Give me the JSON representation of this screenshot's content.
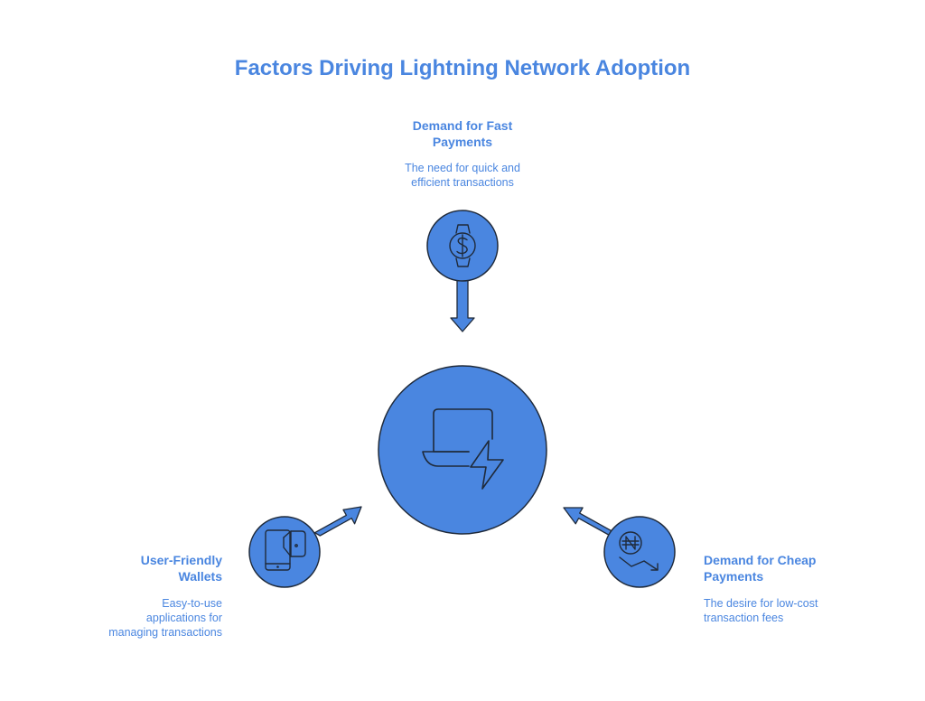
{
  "title": "Factors Driving Lightning Network Adoption",
  "colors": {
    "title": "#4a86e0",
    "heading": "#4a86e0",
    "text": "#4a86e0",
    "node_fill": "#4a86e0",
    "stroke": "#1f2a3a"
  },
  "center": {
    "icon": "laptop-lightning-icon"
  },
  "factors": [
    {
      "heading_line1": "Demand for Fast",
      "heading_line2": "Payments",
      "desc_line1": "The need for quick and",
      "desc_line2": "efficient transactions",
      "desc_line3": "",
      "icon": "dollar-watch-icon"
    },
    {
      "heading_line1": "User-Friendly",
      "heading_line2": "Wallets",
      "desc_line1": "Easy-to-use",
      "desc_line2": "applications for",
      "desc_line3": "managing transactions",
      "icon": "mobile-wallet-icon"
    },
    {
      "heading_line1": "Demand for Cheap",
      "heading_line2": "Payments",
      "desc_line1": "The desire for low-cost",
      "desc_line2": "transaction fees",
      "desc_line3": "",
      "icon": "naira-down-trend-icon"
    }
  ]
}
